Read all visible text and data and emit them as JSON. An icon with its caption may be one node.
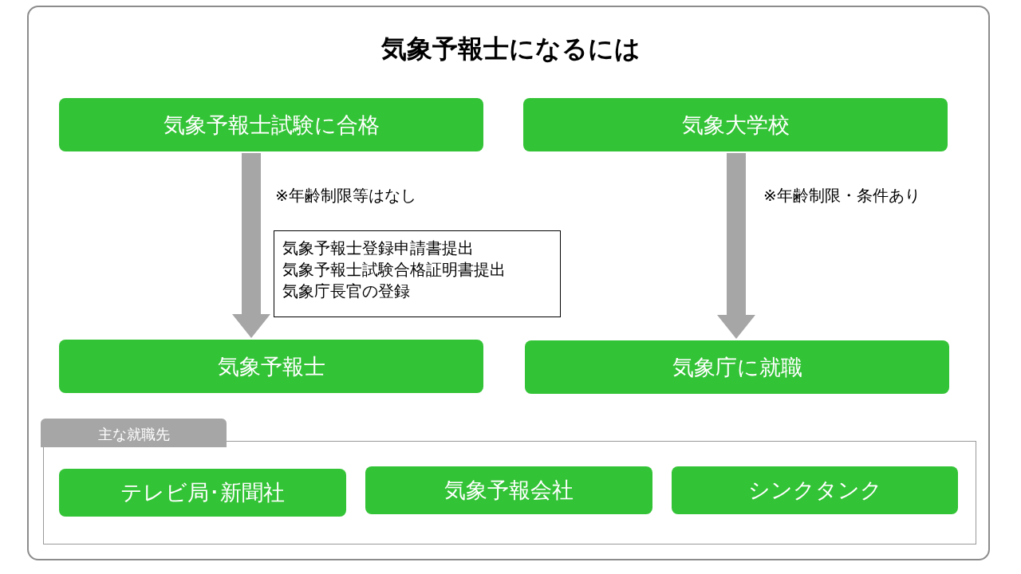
{
  "diagram": {
    "title": "気象予報士になるには",
    "nodes": [
      {
        "text": [
          "気象予報士試験に合格"
        ]
      },
      {
        "text": [
          "気象大学校"
        ]
      },
      {
        "text": [
          "気象予報士"
        ]
      },
      {
        "text": [
          "気象庁に就職"
        ]
      },
      {
        "text": [
          "主な就職先"
        ]
      },
      {
        "text": [
          "テレビ局･新聞社"
        ],
        "in": 4
      },
      {
        "text": [
          "気象予報会社"
        ],
        "in": 4
      },
      {
        "text": [
          "シンクタンク"
        ],
        "in": 4
      },
      {
        "text": [
          "気象予報士登録申請書提出",
          "気象予報士試験合格証明書提出",
          "気象庁長官の登録"
        ]
      }
    ],
    "edges": [
      {
        "from": 0,
        "to": 2,
        "arrow": "to",
        "label": "※年齢制限等はなし"
      },
      {
        "from": 1,
        "to": 3,
        "arrow": "to",
        "label": "※年齢制限・条件あり"
      }
    ]
  }
}
